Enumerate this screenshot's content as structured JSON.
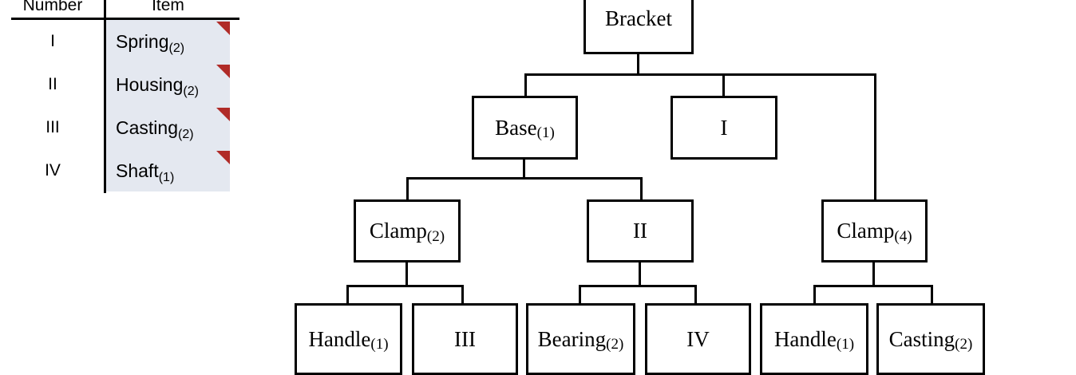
{
  "legend": {
    "columns": [
      "Number",
      "Item"
    ],
    "rows": [
      {
        "number": "I",
        "item": "Spring",
        "qty": "(2)",
        "flag": "red-corner-flag"
      },
      {
        "number": "II",
        "item": "Housing",
        "qty": "(2)",
        "flag": "red-corner-flag"
      },
      {
        "number": "III",
        "item": "Casting",
        "qty": "(2)",
        "flag": "red-corner-flag"
      },
      {
        "number": "IV",
        "item": "Shaft",
        "qty": "(1)",
        "flag": "red-corner-flag"
      }
    ],
    "shade_color": "#e4e8f0",
    "flag_color": "#b02b28"
  },
  "tree": {
    "nodes": [
      {
        "id": "bracket",
        "label": "Bracket",
        "qty": ""
      },
      {
        "id": "base",
        "label": "Base",
        "qty": "(1)"
      },
      {
        "id": "ref_i",
        "label": "I",
        "qty": ""
      },
      {
        "id": "clamp2",
        "label": "Clamp",
        "qty": "(2)"
      },
      {
        "id": "ref_ii",
        "label": "II",
        "qty": ""
      },
      {
        "id": "clamp4",
        "label": "Clamp",
        "qty": "(4)"
      },
      {
        "id": "handle1a",
        "label": "Handle",
        "qty": "(1)"
      },
      {
        "id": "ref_iii",
        "label": "III",
        "qty": ""
      },
      {
        "id": "bearing2",
        "label": "Bearing",
        "qty": "(2)"
      },
      {
        "id": "ref_iv",
        "label": "IV",
        "qty": ""
      },
      {
        "id": "handle1b",
        "label": "Handle",
        "qty": "(1)"
      },
      {
        "id": "casting2",
        "label": "Casting",
        "qty": "(2)"
      }
    ]
  }
}
